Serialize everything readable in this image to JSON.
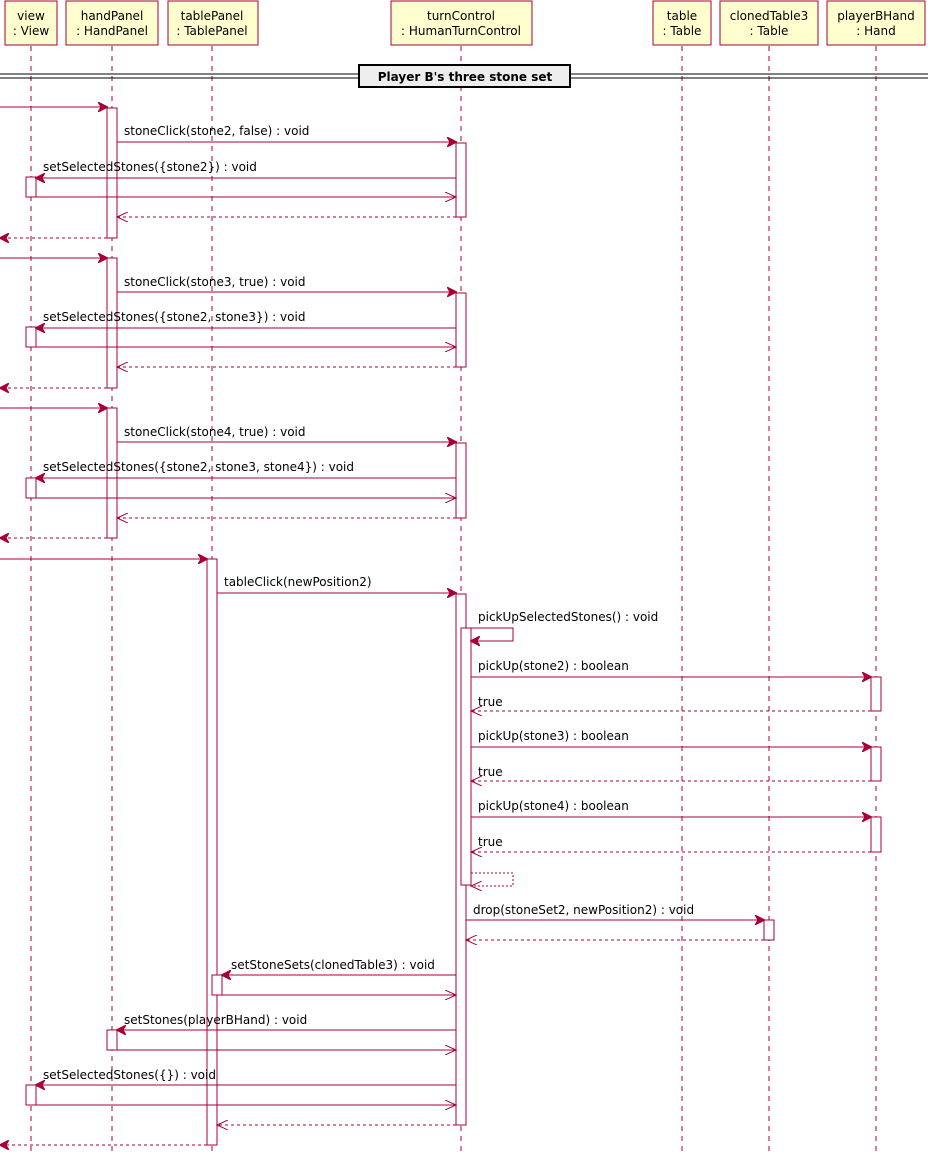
{
  "diagram": {
    "separator": "Player B's three stone set",
    "participants": [
      {
        "id": "view",
        "name": "view",
        "type": ": View"
      },
      {
        "id": "hand",
        "name": "handPanel",
        "type": ": HandPanel"
      },
      {
        "id": "tablePanel",
        "name": "tablePanel",
        "type": ": TablePanel"
      },
      {
        "id": "turn",
        "name": "turnControl",
        "type": ": HumanTurnControl"
      },
      {
        "id": "table",
        "name": "table",
        "type": ": Table"
      },
      {
        "id": "cloned",
        "name": "clonedTable3",
        "type": ": Table"
      },
      {
        "id": "hand2",
        "name": "playerBHand",
        "type": ": Hand"
      }
    ],
    "messages": [
      {
        "from": "left",
        "to": "hand",
        "label": "",
        "kind": "call"
      },
      {
        "from": "hand",
        "to": "turn",
        "label": "stoneClick(stone2, false) : void",
        "kind": "call"
      },
      {
        "from": "turn",
        "to": "view",
        "label": "setSelectedStones({stone2}) : void",
        "kind": "call"
      },
      {
        "from": "view",
        "to": "turn",
        "label": "",
        "kind": "open"
      },
      {
        "from": "turn",
        "to": "hand",
        "label": "",
        "kind": "return"
      },
      {
        "from": "hand",
        "to": "left",
        "label": "",
        "kind": "return"
      },
      {
        "from": "left",
        "to": "hand",
        "label": "",
        "kind": "call"
      },
      {
        "from": "hand",
        "to": "turn",
        "label": "stoneClick(stone3, true) : void",
        "kind": "call"
      },
      {
        "from": "turn",
        "to": "view",
        "label": "setSelectedStones({stone2, stone3}) : void",
        "kind": "call"
      },
      {
        "from": "view",
        "to": "turn",
        "label": "",
        "kind": "open"
      },
      {
        "from": "turn",
        "to": "hand",
        "label": "",
        "kind": "return"
      },
      {
        "from": "hand",
        "to": "left",
        "label": "",
        "kind": "return"
      },
      {
        "from": "left",
        "to": "hand",
        "label": "",
        "kind": "call"
      },
      {
        "from": "hand",
        "to": "turn",
        "label": "stoneClick(stone4, true) : void",
        "kind": "call"
      },
      {
        "from": "turn",
        "to": "view",
        "label": "setSelectedStones({stone2, stone3, stone4}) : void",
        "kind": "call"
      },
      {
        "from": "view",
        "to": "turn",
        "label": "",
        "kind": "open"
      },
      {
        "from": "turn",
        "to": "hand",
        "label": "",
        "kind": "return"
      },
      {
        "from": "hand",
        "to": "left",
        "label": "",
        "kind": "return"
      },
      {
        "from": "left",
        "to": "tablePanel",
        "label": "",
        "kind": "call"
      },
      {
        "from": "tablePanel",
        "to": "turn",
        "label": "tableClick(newPosition2)",
        "kind": "call"
      },
      {
        "from": "turn",
        "to": "turn",
        "label": "pickUpSelectedStones() : void",
        "kind": "self"
      },
      {
        "from": "turn",
        "to": "hand2",
        "label": "pickUp(stone2) : boolean",
        "kind": "call"
      },
      {
        "from": "hand2",
        "to": "turn",
        "label": "true",
        "kind": "return"
      },
      {
        "from": "turn",
        "to": "hand2",
        "label": "pickUp(stone3) : boolean",
        "kind": "call"
      },
      {
        "from": "hand2",
        "to": "turn",
        "label": "true",
        "kind": "return"
      },
      {
        "from": "turn",
        "to": "hand2",
        "label": "pickUp(stone4) : boolean",
        "kind": "call"
      },
      {
        "from": "hand2",
        "to": "turn",
        "label": "true",
        "kind": "return"
      },
      {
        "from": "turn",
        "to": "turn",
        "label": "",
        "kind": "selfreturn"
      },
      {
        "from": "turn",
        "to": "cloned",
        "label": "drop(stoneSet2, newPosition2) : void",
        "kind": "call"
      },
      {
        "from": "cloned",
        "to": "turn",
        "label": "",
        "kind": "return"
      },
      {
        "from": "turn",
        "to": "tablePanel",
        "label": "setStoneSets(clonedTable3) : void",
        "kind": "call"
      },
      {
        "from": "tablePanel",
        "to": "turn",
        "label": "",
        "kind": "open"
      },
      {
        "from": "turn",
        "to": "hand",
        "label": "setStones(playerBHand) : void",
        "kind": "call"
      },
      {
        "from": "hand",
        "to": "turn",
        "label": "",
        "kind": "open"
      },
      {
        "from": "turn",
        "to": "view",
        "label": "setSelectedStones({}) : void",
        "kind": "call"
      },
      {
        "from": "view",
        "to": "turn",
        "label": "",
        "kind": "open"
      },
      {
        "from": "turn",
        "to": "tablePanel",
        "label": "",
        "kind": "return"
      },
      {
        "from": "tablePanel",
        "to": "left",
        "label": "",
        "kind": "return"
      }
    ]
  }
}
